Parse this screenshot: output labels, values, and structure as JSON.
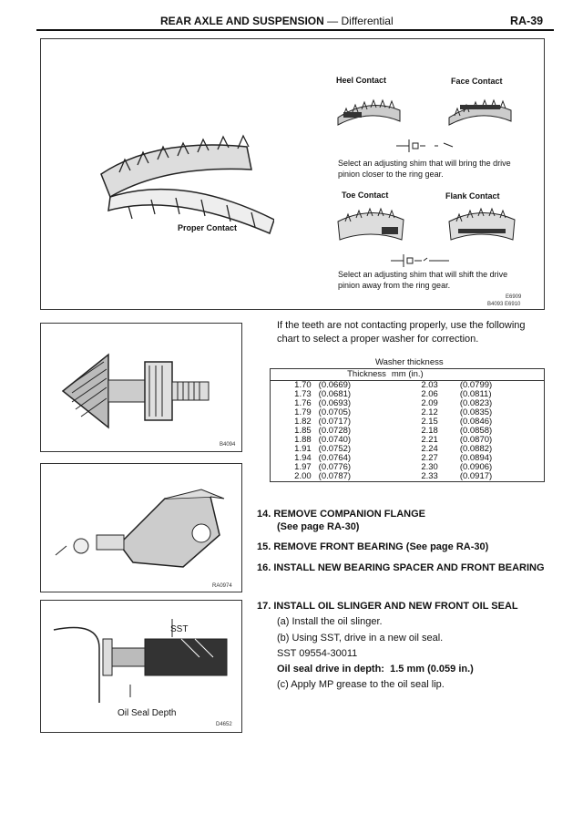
{
  "header": {
    "section": "REAR AXLE AND SUSPENSION",
    "dash": "—",
    "subsection": "Differential",
    "page_code": "RA-39"
  },
  "figure1": {
    "proper_contact": "Proper Contact",
    "heel_contact": "Heel Contact",
    "face_contact": "Face Contact",
    "caption_closer": "Select an adjusting shim that will bring the drive pinion closer to the ring gear.",
    "toe_contact": "Toe Contact",
    "flank_contact": "Flank Contact",
    "caption_away": "Select an adjusting shim that will shift the drive pinion away from the ring gear.",
    "code1": "E6909",
    "code2": "B4093 E6910"
  },
  "figure2": {
    "code": "B4094"
  },
  "figure3": {
    "code": "RA0974"
  },
  "figure4": {
    "sst_label": "SST",
    "oil_seal_depth": "Oil Seal Depth",
    "code": "D4652"
  },
  "intro": "If the teeth are not contacting properly, use the following chart to select a proper washer for correction.",
  "table": {
    "title": "Washer thickness",
    "header_thickness": "Thickness",
    "header_unit": "mm (in.)",
    "rows": [
      [
        "1.70",
        "(0.0669)",
        "2.03",
        "(0.0799)"
      ],
      [
        "1.73",
        "(0.0681)",
        "2.06",
        "(0.0811)"
      ],
      [
        "1.76",
        "(0.0693)",
        "2.09",
        "(0.0823)"
      ],
      [
        "1.79",
        "(0.0705)",
        "2.12",
        "(0.0835)"
      ],
      [
        "1.82",
        "(0.0717)",
        "2.15",
        "(0.0846)"
      ],
      [
        "1.85",
        "(0.0728)",
        "2.18",
        "(0.0858)"
      ],
      [
        "1.88",
        "(0.0740)",
        "2.21",
        "(0.0870)"
      ],
      [
        "1.91",
        "(0.0752)",
        "2.24",
        "(0.0882)"
      ],
      [
        "1.94",
        "(0.0764)",
        "2.27",
        "(0.0894)"
      ],
      [
        "1.97",
        "(0.0776)",
        "2.30",
        "(0.0906)"
      ],
      [
        "2.00",
        "(0.0787)",
        "2.33",
        "(0.0917)"
      ]
    ]
  },
  "steps": {
    "s14_title": "14. REMOVE COMPANION FLANGE",
    "s14_ref": "(See page RA-30)",
    "s15": "15. REMOVE FRONT BEARING (See page RA-30)",
    "s16": "16. INSTALL NEW BEARING SPACER AND FRONT BEARING",
    "s17": "17. INSTALL OIL SLINGER AND NEW FRONT OIL SEAL",
    "s17a": "(a)  Install the oil slinger.",
    "s17b": "(b)  Using SST, drive in a new oil seal.",
    "sst_number": "SST 09554-30011",
    "depth_label": "Oil seal drive in depth:",
    "depth_value": "1.5 mm (0.059 in.)",
    "s17c": "(c)  Apply MP grease to the oil seal lip."
  }
}
